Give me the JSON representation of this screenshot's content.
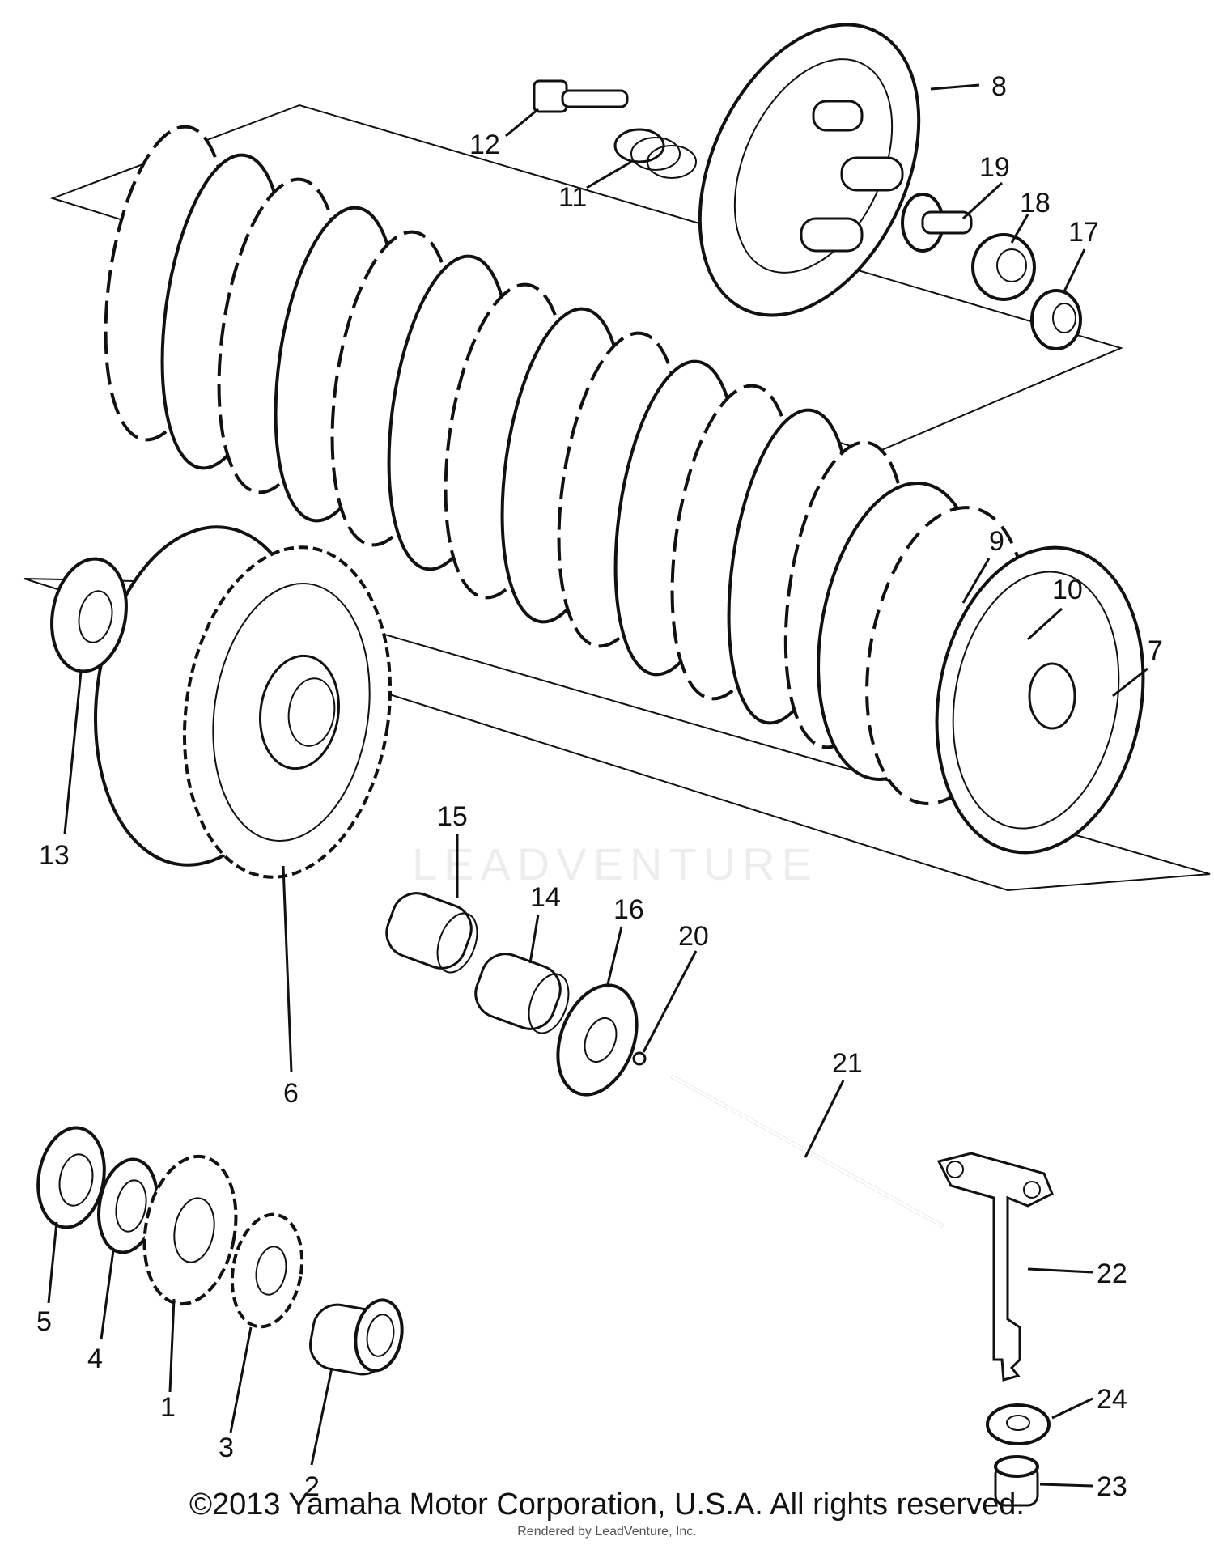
{
  "diagram": {
    "callouts": [
      "1",
      "2",
      "3",
      "4",
      "5",
      "6",
      "7",
      "8",
      "9",
      "10",
      "11",
      "12",
      "13",
      "14",
      "15",
      "16",
      "17",
      "18",
      "19",
      "20",
      "21",
      "22",
      "23",
      "24"
    ]
  },
  "watermark": "LEADVENTURE",
  "copyright": "©2013 Yamaha Motor Corporation, U.S.A. All rights reserved.",
  "rendered_by": "Rendered by LeadVenture, Inc."
}
